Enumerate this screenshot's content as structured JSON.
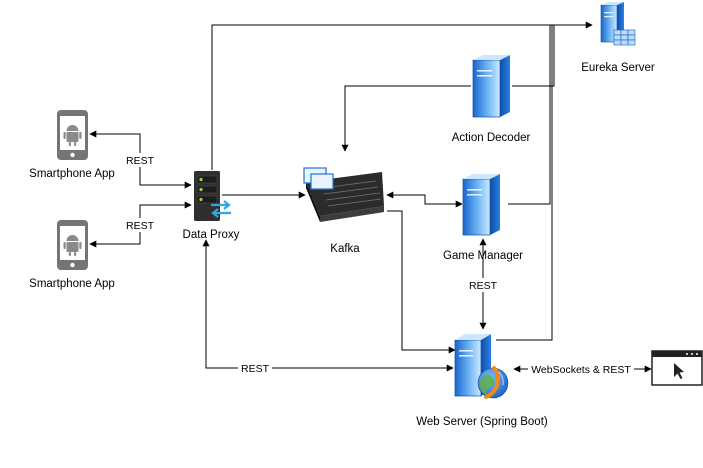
{
  "colors": {
    "line": "#000000",
    "server_blue": "#1e73d8",
    "server_light": "#9fd1fb",
    "phone_gray": "#757575",
    "android_green": "#8a8a8a",
    "kafka_dark": "#2b2b2b",
    "proxy_green": "#9dd34b",
    "sync_blue": "#2fa7e0",
    "globe_orange": "#f08a1c"
  },
  "nodes": {
    "eureka": {
      "label": "Eureka Server",
      "icon": "server-cluster-icon"
    },
    "action_decoder": {
      "label": "Action Decoder",
      "icon": "server-icon"
    },
    "game_manager": {
      "label": "Game Manager",
      "icon": "server-icon"
    },
    "kafka": {
      "label": "Kafka",
      "icon": "kafka-broker-icon"
    },
    "data_proxy": {
      "label": "Data Proxy",
      "icon": "proxy-server-icon"
    },
    "phone_1": {
      "label": "Smartphone App",
      "icon": "android-phone-icon"
    },
    "phone_2": {
      "label": "Smartphone App",
      "icon": "android-phone-icon"
    },
    "web_server": {
      "label": "Web Server (Spring Boot)",
      "icon": "web-server-icon"
    },
    "browser": {
      "label": "",
      "icon": "browser-window-icon"
    }
  },
  "edges": {
    "phone1_proxy": "REST",
    "phone2_proxy": "REST",
    "proxy_web": "REST",
    "game_web": "REST",
    "web_browser": "WebSockets & REST"
  }
}
